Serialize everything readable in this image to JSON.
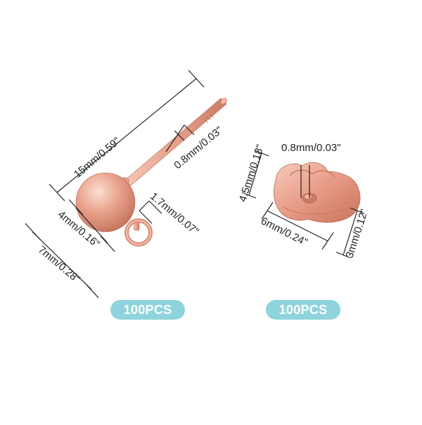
{
  "left_product": {
    "dims": {
      "length": "15mm/0.59\"",
      "pin": "0.8mm/0.03\"",
      "ball": "4mm/0.16\"",
      "total": "7mm/0.28\"",
      "loop": "1.7mm/0.07\""
    },
    "quantity": "100PCS"
  },
  "right_product": {
    "dims": {
      "hole": "0.8mm/0.03\"",
      "height": "4.5mm/0.18\"",
      "width": "6mm/0.24\"",
      "depth": "3mm/0.12\""
    },
    "quantity": "100PCS"
  },
  "colors": {
    "rose_gold": "#e8a38e",
    "badge": "#8fd3dc"
  }
}
